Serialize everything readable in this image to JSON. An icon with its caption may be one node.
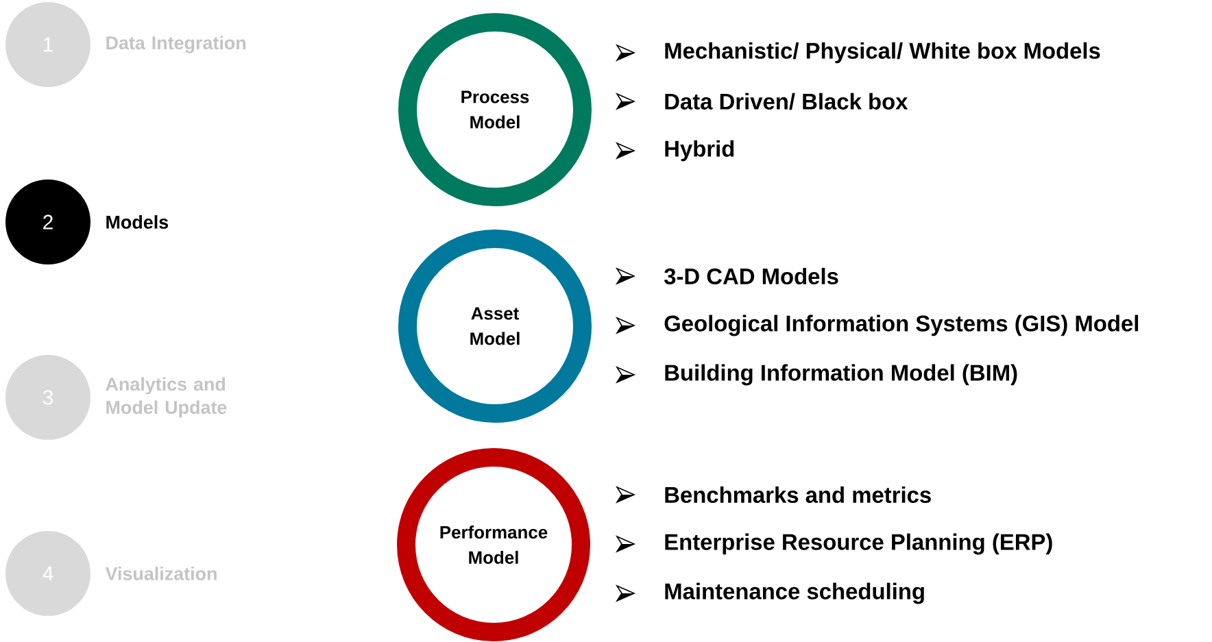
{
  "diagram": {
    "nodes": [
      {
        "text": [
          "1"
        ],
        "beside": [
          "Data Integration"
        ]
      },
      {
        "text": [
          "2"
        ],
        "beside": [
          "Models"
        ]
      },
      {
        "text": [
          "3"
        ],
        "beside": [
          "Analytics and Model Update"
        ]
      },
      {
        "text": [
          "4"
        ],
        "beside": [
          "Visualization"
        ]
      },
      {
        "text": [
          "Process Model"
        ]
      },
      {
        "text": [
          "Asset Model"
        ]
      },
      {
        "text": [
          "Performance Model"
        ]
      }
    ],
    "labels": [
      "Mechanistic/ Physical/ White box Models",
      "Data Driven/ Black box",
      "Hybrid",
      "3-D CAD Models",
      "Geological Information Systems (GIS) Model",
      "Building Information Model (BIM)",
      "Benchmarks and metrics",
      "Enterprise Resource Planning (ERP)",
      "Maintenance scheduling"
    ]
  }
}
